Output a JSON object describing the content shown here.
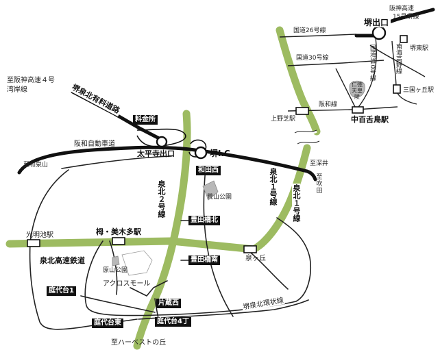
{
  "map": {
    "labels": {
      "sakai_exit": "堺出口",
      "hanshin_15": "阪神高速",
      "hanshin_15b": "15号堺線",
      "route26": "国道26号線",
      "route30": "国道30号線",
      "route310": "国道310号線",
      "nankai_koya": "南海高野線",
      "sakaihigashi_stn": "堺東駅",
      "mikunigaoka_stn": "三国ヶ丘駅",
      "nintoku_tomb_1": "仁徳",
      "nintoku_tomb_2": "天皇陵",
      "hanwa_line": "阪和線",
      "kaminoshiba_stn": "上野芝駅",
      "nakamozu_stn": "中百舌鳥駅",
      "to_hanshin_4_1": "至阪神高速４号",
      "to_hanshin_4_2": "湾岸線",
      "sakaisenboku_toll": "堺泉北有料道路",
      "ryokinsho": "料金所",
      "hanwa_expwy": "阪和自動車道",
      "taiheiji_exit": "太平寺出口",
      "sakai_ic": "堺I.C.",
      "to_izumisano": "至和泉山",
      "to_fukai": "至深井",
      "to_fukida_1": "至",
      "to_fukida_2": "吹",
      "to_fukida_3": "田",
      "wadanishi": "和田西",
      "arayama_park": "荒山公園",
      "senboku2": "泉北２号線",
      "senboku1": "泉北１号線",
      "toyodabashi_kita": "豊田橋北",
      "toyodabashi_minami": "豊田橋南",
      "komyoike_stn": "光明池駅",
      "toga_mikita_stn": "栂・美木多駅",
      "senboku_rapid": "泉北高速鉄道",
      "izumigaoka": "泉ヶ丘",
      "harayama_park": "原山公園",
      "across_mall": "アクロスモール",
      "niwashirodai1": "庭代台1",
      "katakurunishi": "片蔵西",
      "niwashirodai_higashi": "庭代台東",
      "niwashirodai4": "庭代台4丁",
      "sakai_senboku_ring": "堺泉北環状線",
      "to_harvest": "至ハーベストの丘"
    },
    "colors": {
      "green_road": "#9dbb61",
      "expressway": "#111111",
      "road": "#222222",
      "park": "#b8b8b8"
    }
  }
}
